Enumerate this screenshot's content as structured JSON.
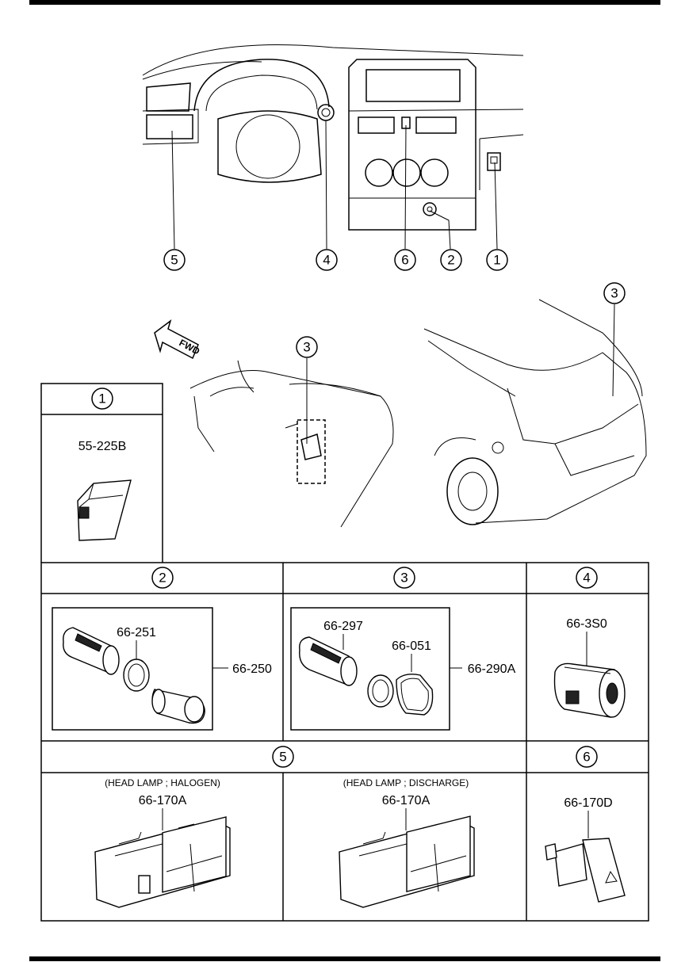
{
  "overview": {
    "callouts": [
      "5",
      "4",
      "6",
      "2",
      "1"
    ]
  },
  "fwd_label": "FWD",
  "location_callouts": [
    "3",
    "3"
  ],
  "cells": [
    {
      "index": "1",
      "parts": [
        "55-225B"
      ]
    },
    {
      "index": "2",
      "parts": [
        "66-251",
        "66-250"
      ]
    },
    {
      "index": "3",
      "parts": [
        "66-297",
        "66-051",
        "66-290A"
      ]
    },
    {
      "index": "4",
      "parts": [
        "66-3S0"
      ]
    },
    {
      "index": "5",
      "notes": [
        "(HEAD LAMP ; HALOGEN)",
        "(HEAD LAMP ; DISCHARGE)"
      ],
      "parts": [
        "66-170A",
        "66-170A"
      ]
    },
    {
      "index": "6",
      "parts": [
        "66-170D"
      ]
    }
  ]
}
